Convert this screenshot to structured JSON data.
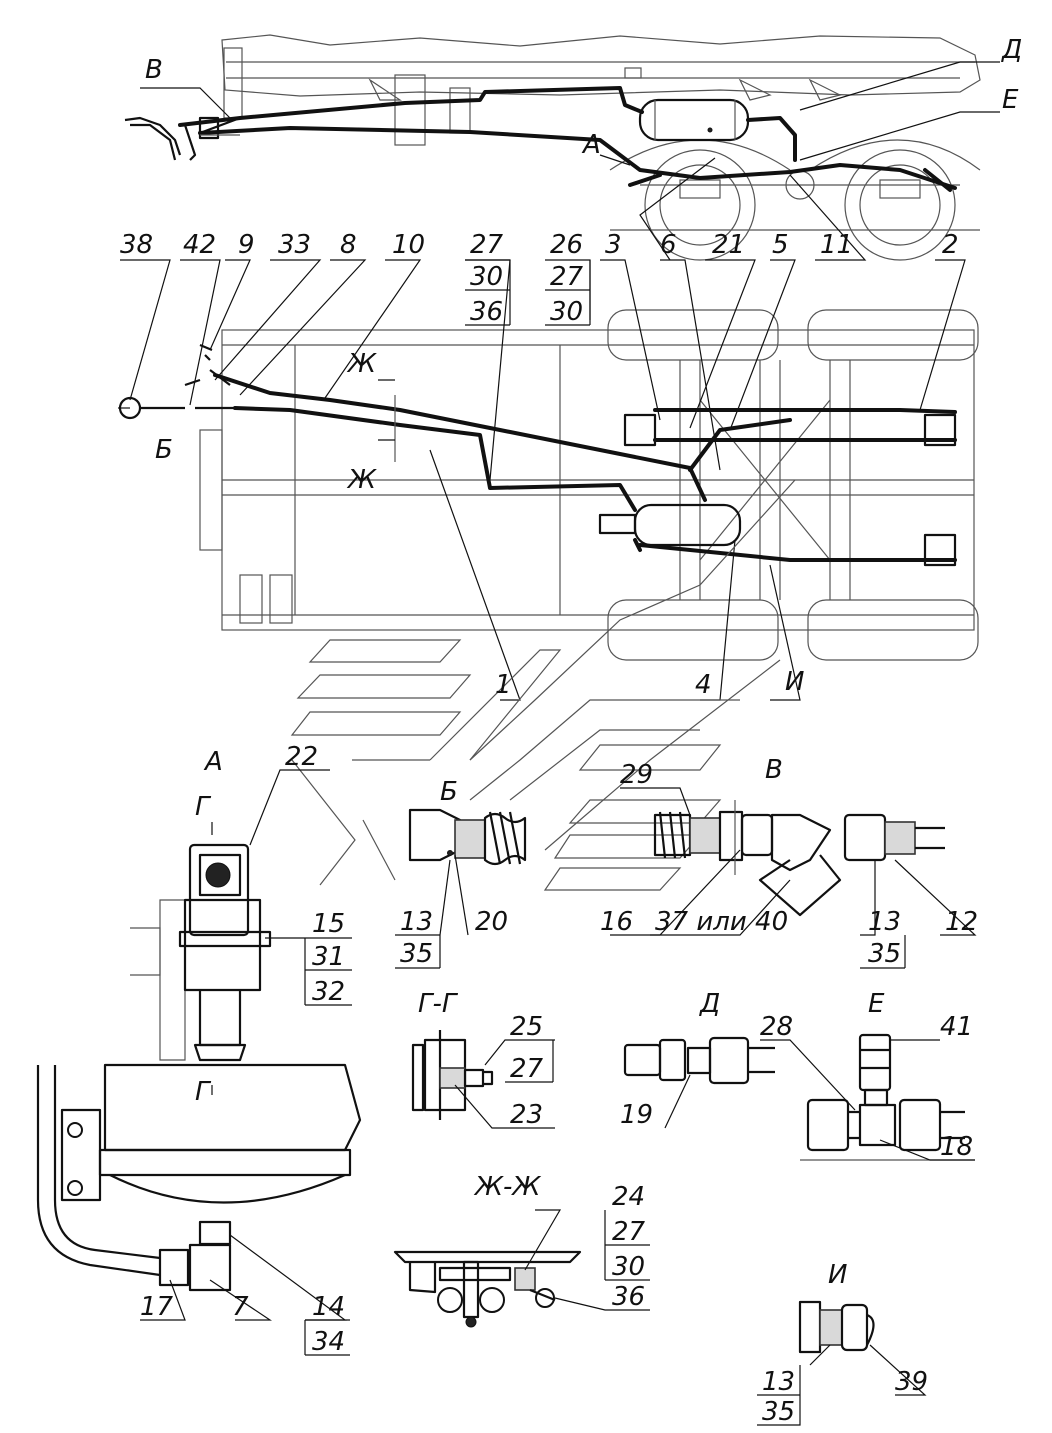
{
  "callouts": {
    "top_row": [
      "38",
      "42",
      "9",
      "33",
      "8",
      "10"
    ],
    "stack_27_30_36": [
      "27",
      "30",
      "36"
    ],
    "stack_26_27_30": [
      "26",
      "27",
      "30"
    ],
    "right_row": [
      "3",
      "6",
      "21",
      "5",
      "11",
      "2"
    ],
    "plan_bottom": [
      "1",
      "4"
    ],
    "detail_A": [
      "22",
      "15",
      "31",
      "32",
      "17",
      "7",
      "14",
      "34"
    ],
    "detail_B": [
      "13",
      "35",
      "20"
    ],
    "detail_V": [
      "29",
      "16",
      "37 или 40",
      "13",
      "35",
      "12"
    ],
    "detail_GG": [
      "25",
      "27",
      "23"
    ],
    "detail_D": [
      "28",
      "19"
    ],
    "detail_E": [
      "41",
      "18"
    ],
    "detail_ZhZh": [
      "24",
      "27",
      "30",
      "36"
    ],
    "detail_I": [
      "13",
      "35",
      "39"
    ]
  },
  "section_marks": {
    "V": "В",
    "D": "Д",
    "E": "Е",
    "A": "А",
    "B": "Б",
    "Zh": "Ж",
    "I": "И",
    "G": "Г"
  },
  "section_titles": {
    "A": "А",
    "B": "Б",
    "V": "В",
    "GG": "Г-Г",
    "D": "Д",
    "E": "Е",
    "ZhZh": "Ж-Ж",
    "I": "И"
  }
}
